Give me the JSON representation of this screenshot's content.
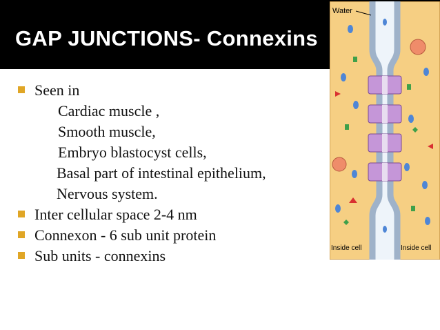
{
  "slide": {
    "title": "GAP JUNCTIONS- Connexins",
    "bullets": [
      {
        "text": "Seen in"
      },
      {
        "text": "Cardiac muscle ,",
        "indent": true
      },
      {
        "text": "Smooth muscle,",
        "indent": true
      },
      {
        "text": "Embryo blastocyst cells,",
        "indent": true
      },
      {
        "text": "Basal part of intestinal epithelium,",
        "indent": true
      },
      {
        "text": "Nervous system.",
        "indent": true
      },
      {
        "text": "Inter cellular space 2-4 nm"
      },
      {
        "text": "Connexon - 6 sub unit protein"
      },
      {
        "text": "Sub units - connexins"
      }
    ]
  },
  "diagram": {
    "water_label": "Water",
    "left_label": "Inside cell",
    "right_label": "Inside cell"
  },
  "colors": {
    "title_bg": "#000000",
    "title_text": "#ffffff",
    "bullet": "#e0a626",
    "cytoplasm": "#f6cf83",
    "membrane": "#9fb2c9",
    "connexon": "#c596d8"
  }
}
